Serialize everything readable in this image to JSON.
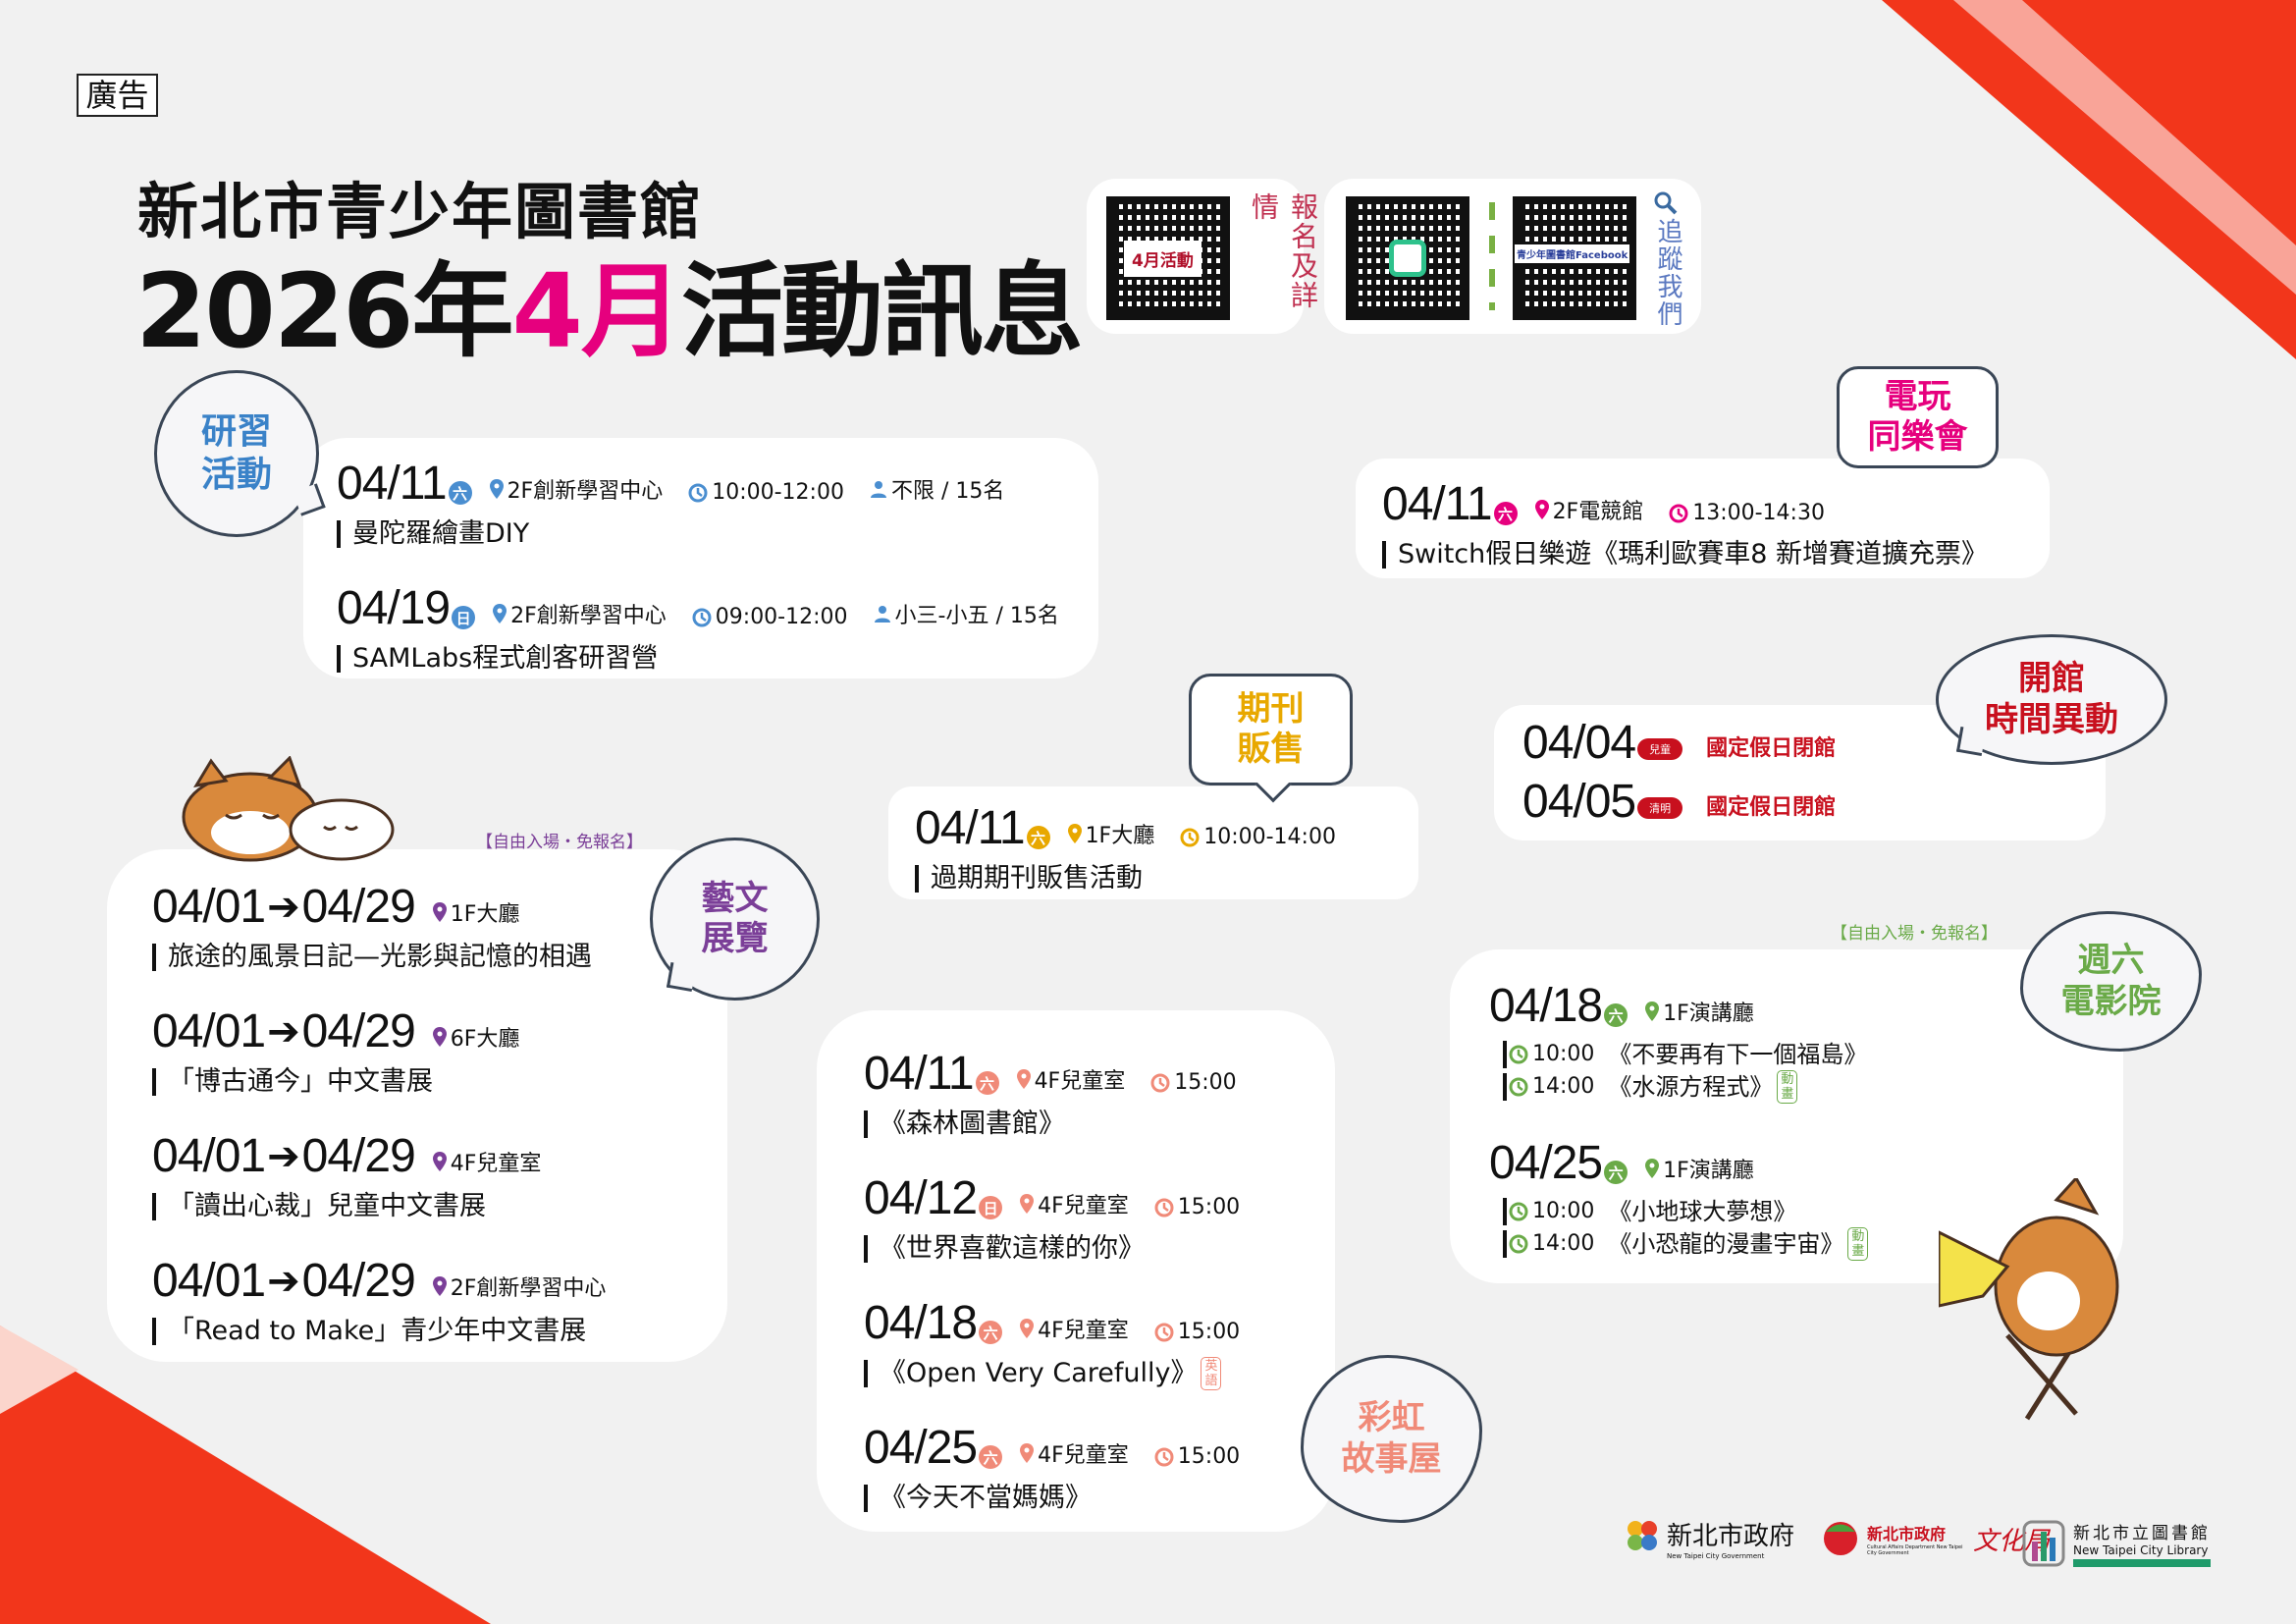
{
  "ad_label": "廣告",
  "header": {
    "title_line1": "新北市青少年圖書館",
    "title_year": "2026年",
    "title_month": "4月",
    "title_rest": "活動訊息"
  },
  "qr": {
    "signup_label": "4月活動",
    "signup_caption": "報名及詳情",
    "fb_label": "青少年圖書館Facebook",
    "follow_caption": "追蹤我們"
  },
  "colors": {
    "workshop": "#4a8ed0",
    "gaming": "#e6007e",
    "periodical": "#e8a800",
    "hours": "#c8101e",
    "art": "#7b3f98",
    "story": "#f08a78",
    "movie": "#6aaa48"
  },
  "workshop": {
    "bubble": [
      "研習",
      "活動"
    ],
    "items": [
      {
        "date": "04/11",
        "weekday": "六",
        "location": "2F創新學習中心",
        "time": "10:00-12:00",
        "audience": "不限 / 15名",
        "title": "曼陀羅繪畫DIY"
      },
      {
        "date": "04/19",
        "weekday": "日",
        "location": "2F創新學習中心",
        "time": "09:00-12:00",
        "audience": "小三-小五 / 15名",
        "title": "SAMLabs程式創客研習營"
      }
    ]
  },
  "gaming": {
    "bubble": [
      "電玩",
      "同樂會"
    ],
    "items": [
      {
        "date": "04/11",
        "weekday": "六",
        "location": "2F電競館",
        "time": "13:00-14:30",
        "title": "Switch假日樂遊《瑪利歐賽車8 新增賽道擴充票》"
      }
    ]
  },
  "periodical": {
    "bubble": [
      "期刊",
      "販售"
    ],
    "items": [
      {
        "date": "04/11",
        "weekday": "六",
        "location": "1F大廳",
        "time": "10:00-14:00",
        "title": "過期期刊販售活動"
      }
    ]
  },
  "hours": {
    "bubble": [
      "開館",
      "時間異動"
    ],
    "items": [
      {
        "date": "04/04",
        "holiday": "兒童",
        "note": "國定假日閉館"
      },
      {
        "date": "04/05",
        "holiday": "清明",
        "note": "國定假日閉館"
      }
    ]
  },
  "art": {
    "bubble": [
      "藝文",
      "展覽"
    ],
    "free_label": "【自由入場・免報名】",
    "items": [
      {
        "start": "04/01",
        "end": "04/29",
        "location": "1F大廳",
        "title": "旅途的風景日記—光影與記憶的相遇"
      },
      {
        "start": "04/01",
        "end": "04/29",
        "location": "6F大廳",
        "title": "「博古通今」中文書展"
      },
      {
        "start": "04/01",
        "end": "04/29",
        "location": "4F兒童室",
        "title": "「讀出心裁」兒童中文書展"
      },
      {
        "start": "04/01",
        "end": "04/29",
        "location": "2F創新學習中心",
        "title": "「Read to Make」青少年中文書展"
      }
    ]
  },
  "story": {
    "bubble": [
      "彩虹",
      "故事屋"
    ],
    "items": [
      {
        "date": "04/11",
        "weekday": "六",
        "location": "4F兒童室",
        "time": "15:00",
        "title": "《森林圖書館》"
      },
      {
        "date": "04/12",
        "weekday": "日",
        "location": "4F兒童室",
        "time": "15:00",
        "title": "《世界喜歡這樣的你》"
      },
      {
        "date": "04/18",
        "weekday": "六",
        "location": "4F兒童室",
        "time": "15:00",
        "title": "《Open Very Carefully》",
        "tag": [
          "英",
          "語"
        ]
      },
      {
        "date": "04/25",
        "weekday": "六",
        "location": "4F兒童室",
        "time": "15:00",
        "title": "《今天不當媽媽》"
      }
    ]
  },
  "movie": {
    "bubble": [
      "週六",
      "電影院"
    ],
    "free_label": "【自由入場・免報名】",
    "items": [
      {
        "date": "04/18",
        "weekday": "六",
        "location": "1F演講廳",
        "shows": [
          {
            "time": "10:00",
            "title": "《不要再有下一個福島》"
          },
          {
            "time": "14:00",
            "title": "《水源方程式》",
            "tag": [
              "動",
              "畫"
            ]
          }
        ]
      },
      {
        "date": "04/25",
        "weekday": "六",
        "location": "1F演講廳",
        "shows": [
          {
            "time": "10:00",
            "title": "《小地球大夢想》"
          },
          {
            "time": "14:00",
            "title": "《小恐龍的漫畫宇宙》",
            "tag": [
              "動",
              "畫"
            ]
          }
        ]
      }
    ]
  },
  "logos": {
    "gov": "新北市政府",
    "gov_en": "New Taipei City Government",
    "culture": "新北市政府",
    "culture_script": "文化局",
    "culture_en": "Cultural Affairs Department New Taipei City Government",
    "library": "新北市立圖書館",
    "library_en": "New Taipei City Library"
  }
}
